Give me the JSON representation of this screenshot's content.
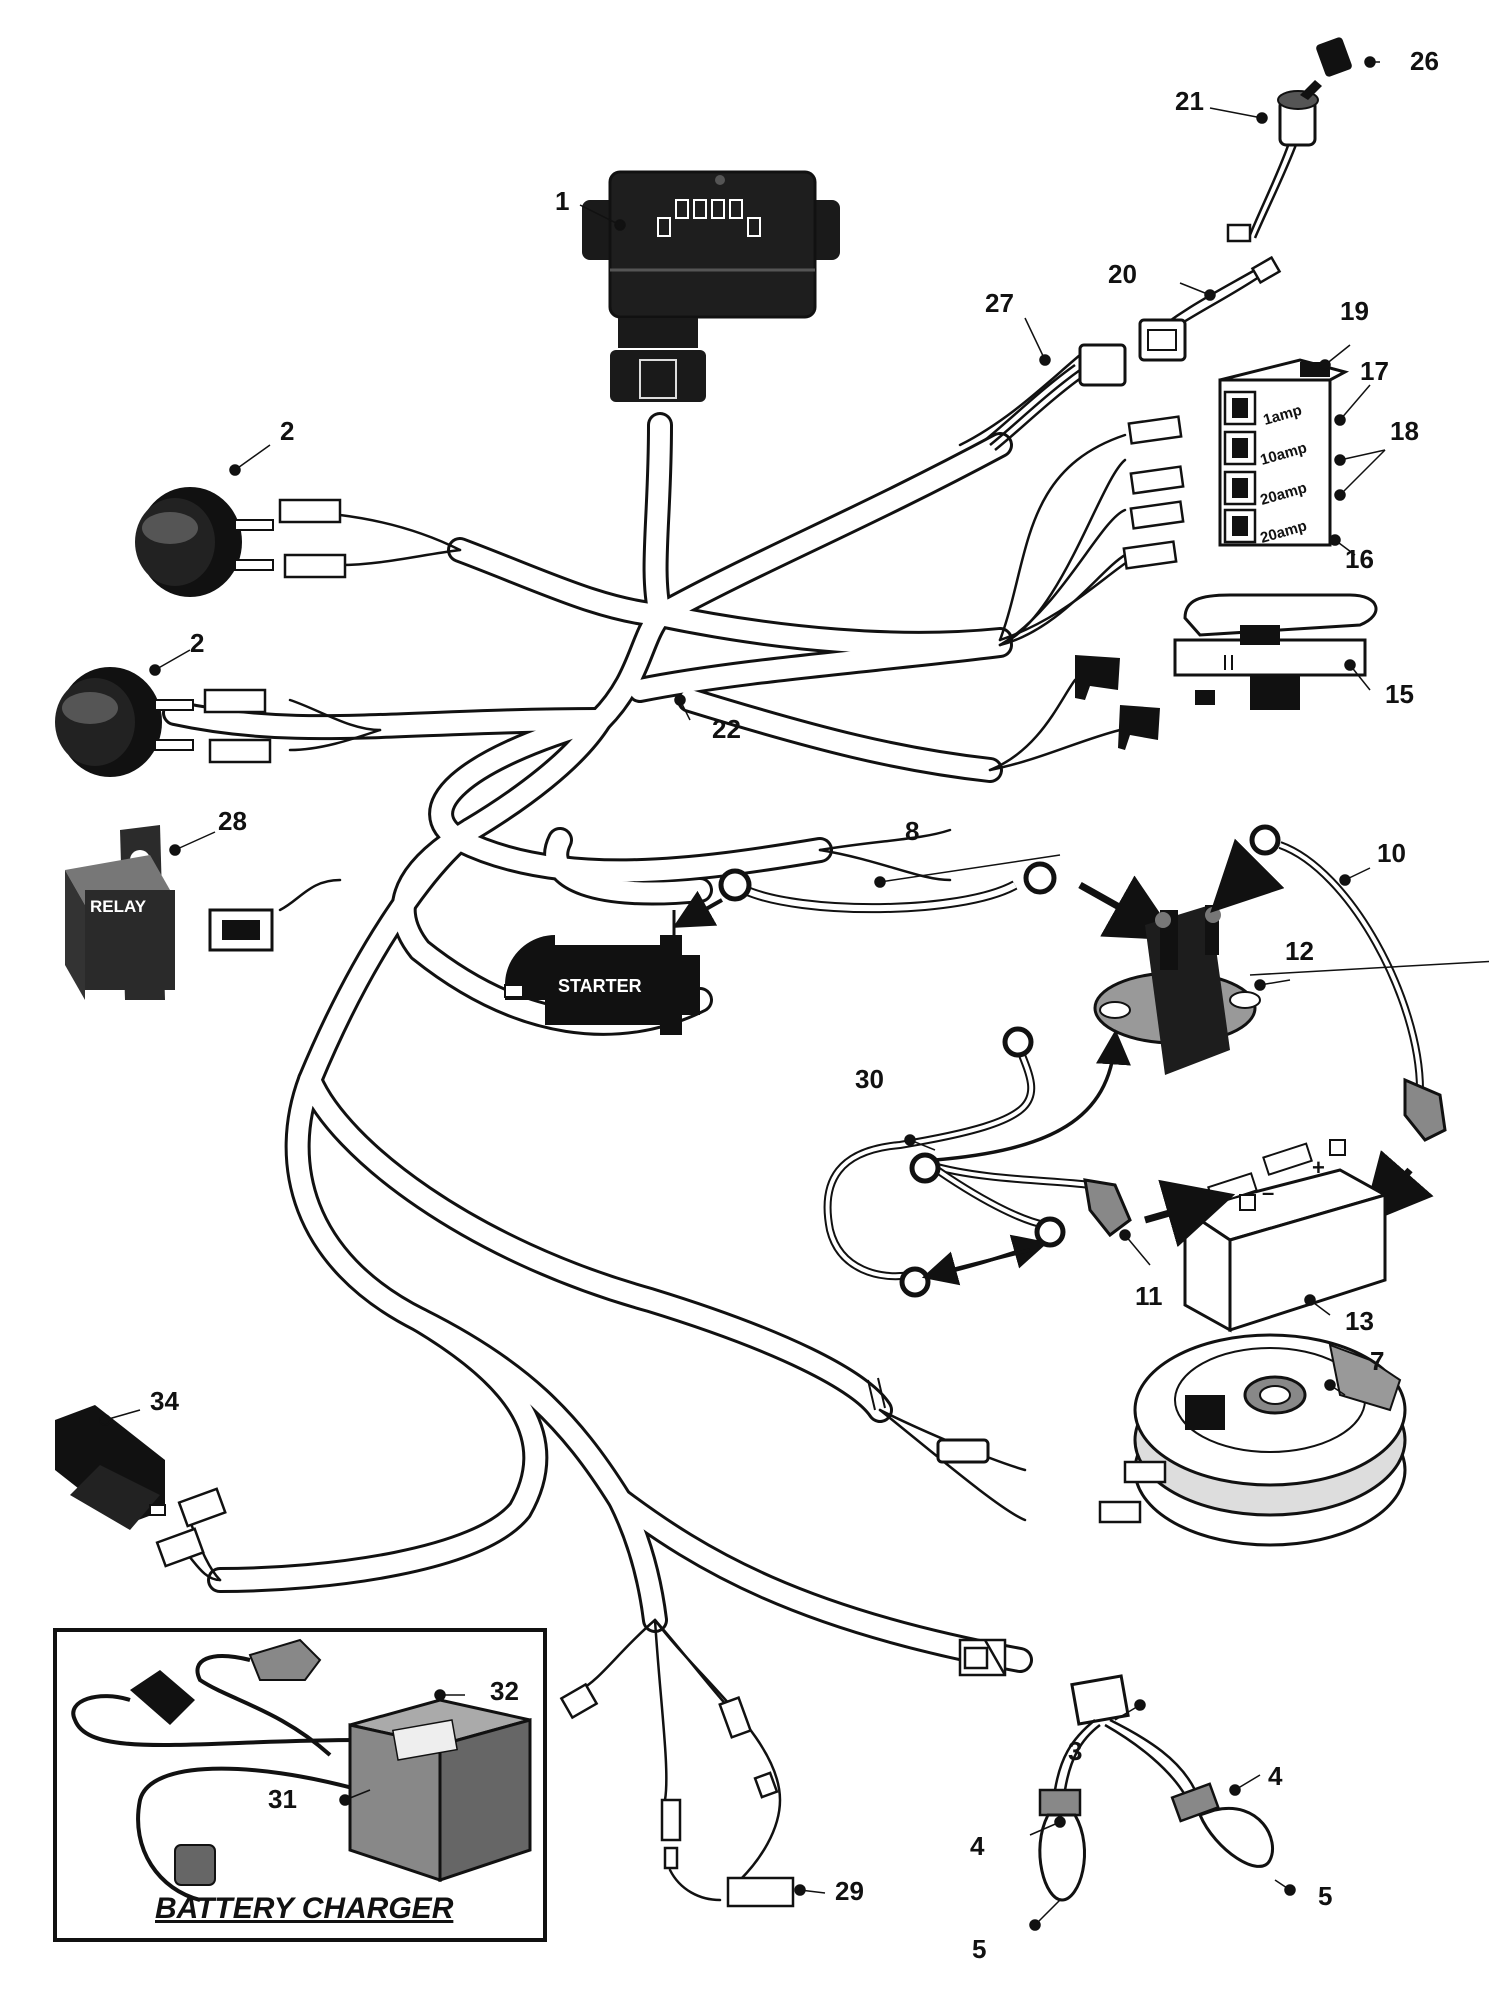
{
  "callouts": [
    "1",
    "2",
    "2",
    "3",
    "4",
    "4",
    "5",
    "5",
    "7",
    "8",
    "10",
    "11",
    "12",
    "13",
    "15",
    "16",
    "17",
    "18",
    "19",
    "20",
    "21",
    "22",
    "26",
    "27",
    "28",
    "29",
    "30",
    "31",
    "32",
    "34"
  ],
  "components": {
    "relay_label": "RELAY",
    "starter_label": "STARTER",
    "battery_plus": "+",
    "battery_minus": "–"
  },
  "fuses": [
    "1amp",
    "10amp",
    "20amp",
    "20amp"
  ],
  "battery_charger": {
    "caption": "BATTERY CHARGER"
  },
  "colors": {
    "ink": "#111111",
    "component": "#1a1a1a",
    "wire": "#ffffff",
    "shade": "#9a9a9a"
  }
}
